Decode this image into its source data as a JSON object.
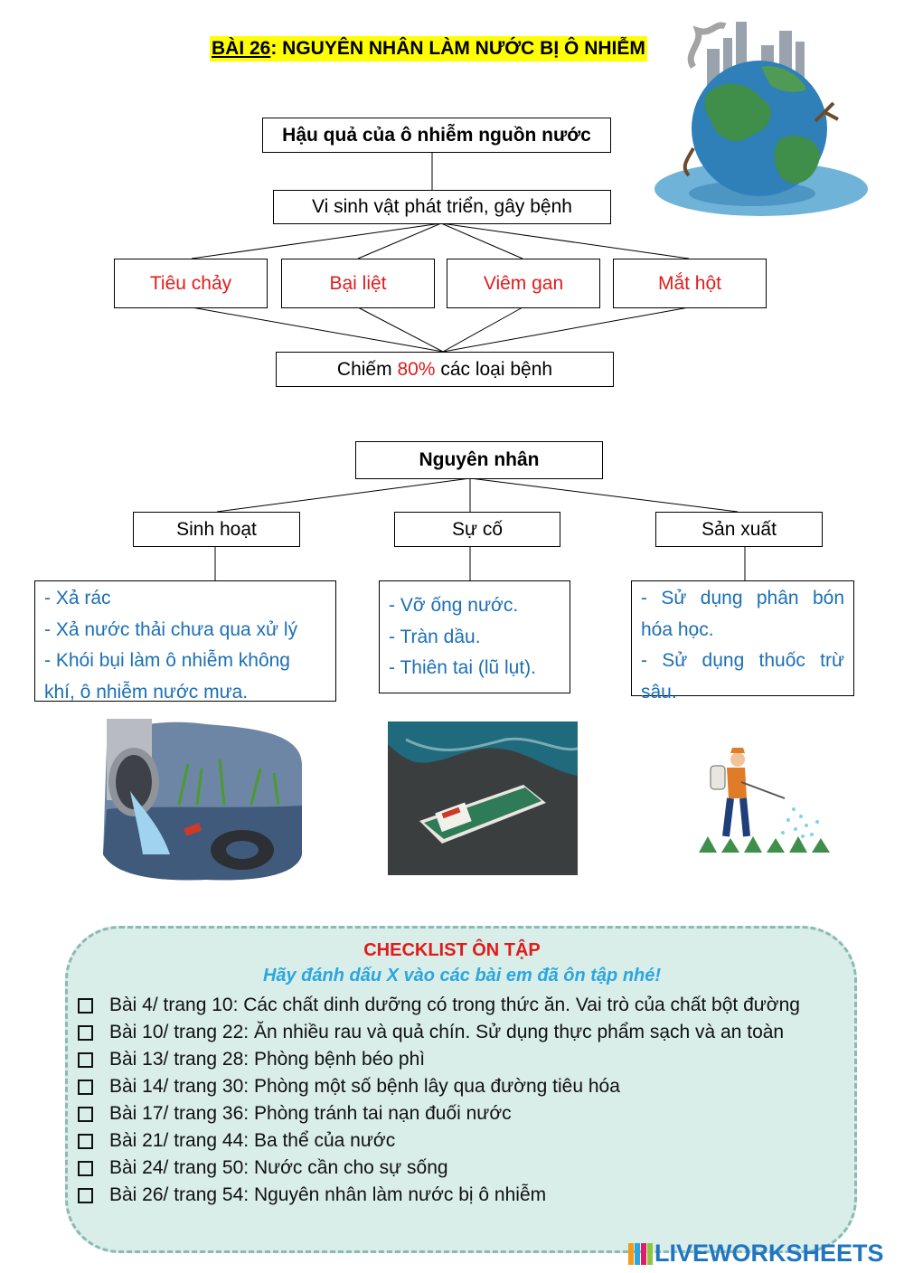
{
  "title": {
    "prefix": "BÀI 26",
    "rest": ": NGUYÊN NHÂN LÀM NƯỚC BỊ Ô NHIỄM"
  },
  "consequences": {
    "heading": "Hậu quả của ô nhiễm nguồn nước",
    "cause": "Vi sinh vật phát triển, gây bệnh",
    "diseases": [
      "Tiêu chảy",
      "Bại liệt",
      "Viêm gan",
      "Mắt hột"
    ],
    "share_prefix": "Chiếm ",
    "share_value": "80%",
    "share_suffix": " các loại bệnh"
  },
  "causes": {
    "heading": "Nguyên nhân",
    "categories": [
      "Sinh hoạt",
      "Sự cố",
      "Sản xuất"
    ],
    "details": {
      "sinh_hoat": [
        "- Xả rác",
        "- Xả nước thải chưa qua xử lý",
        "- Khói bụi làm ô nhiễm không",
        "khí, ô nhiễm nước mưa."
      ],
      "su_co": [
        "- Vỡ ống nước.",
        "- Tràn dầu.",
        "- Thiên tai (lũ lụt)."
      ],
      "san_xuat": [
        "- Sử dụng phân bón",
        "hóa học.",
        "- Sử dụng thuốc trừ",
        "sâu."
      ]
    }
  },
  "illustrations": [
    "polluted-earth",
    "sewage-pipe",
    "oil-spill-ship",
    "pesticide-sprayer"
  ],
  "checklist": {
    "title": "CHECKLIST ÔN TẬP",
    "subtitle": "Hãy đánh dấu X vào các bài em đã ôn tập nhé!",
    "items": [
      "Bài 4/ trang 10: Các chất dinh dưỡng có trong thức ăn. Vai trò của chất bột đường",
      "Bài 10/ trang 22: Ăn nhiều rau và quả chín. Sử dụng thực phẩm sạch và an toàn",
      "Bài 13/ trang 28: Phòng bệnh béo phì",
      "Bài 14/ trang 30: Phòng một số bệnh lây qua đường tiêu hóa",
      "Bài 17/ trang 36: Phòng tránh tai nạn đuối nước",
      "Bài 21/ trang 44: Ba thể của nước",
      "Bài 24/ trang 50: Nước cần cho sự sống",
      "Bài 26/ trang 54: Nguyên nhân làm nước bị ô nhiễm"
    ]
  },
  "logo": {
    "text": "LIVEWORKSHEETS"
  },
  "colors": {
    "red": "#e11b1b",
    "blue": "#1b6fb5",
    "highlight": "#ffff00",
    "checklist_bg": "#d9ede9",
    "logo": "#1f76c2"
  }
}
